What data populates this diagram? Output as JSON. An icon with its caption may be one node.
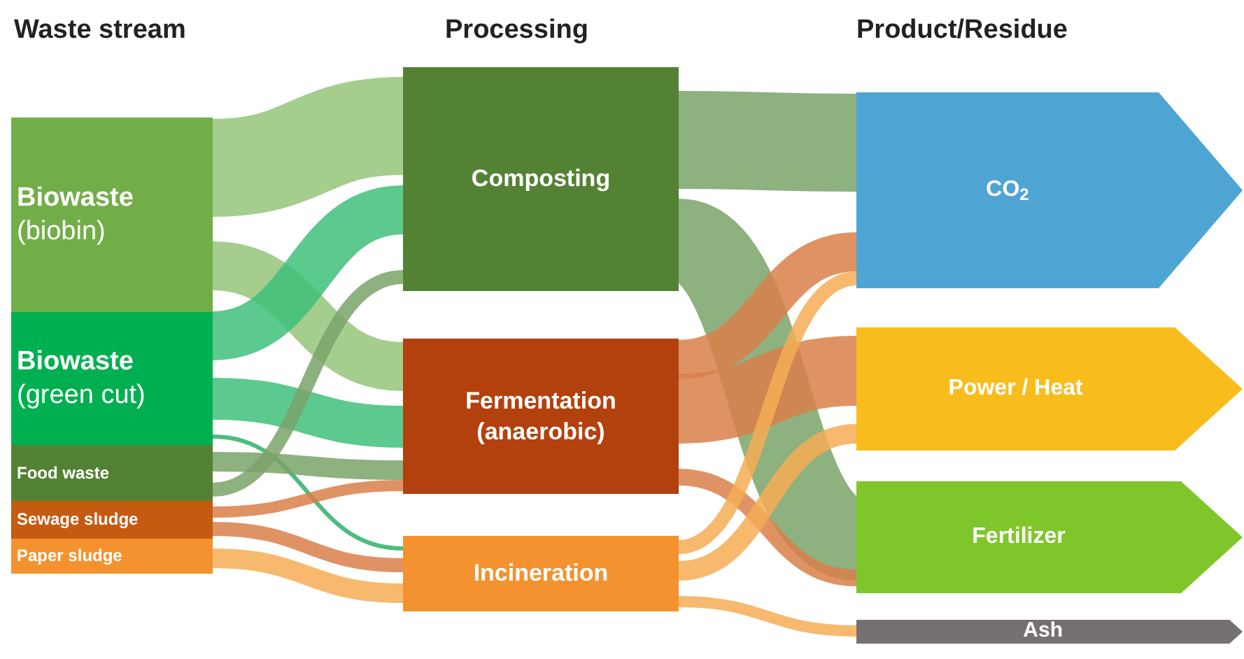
{
  "diagram": {
    "nodes": [
      {
        "text": [
          "Biowaste",
          "(biobin)"
        ]
      },
      {
        "text": [
          "Biowaste",
          "(green cut)"
        ]
      },
      {
        "text": [
          "Food waste"
        ]
      },
      {
        "text": [
          "Sewage sludge"
        ]
      },
      {
        "text": [
          "Paper sludge"
        ]
      },
      {
        "text": [
          "Composting"
        ]
      },
      {
        "text": [
          "Fermentation (anaerobic)"
        ]
      },
      {
        "text": [
          "Incineration"
        ]
      },
      {
        "text": [
          "CO$_{2}$"
        ]
      },
      {
        "text": [
          "Power / Heat"
        ]
      },
      {
        "text": [
          "Fertilizer"
        ]
      },
      {
        "text": [
          "Ash"
        ]
      }
    ],
    "edges": [
      {
        "from": 0,
        "to": 5,
        "arrow": "none",
        "style": "thick",
        "color": "#94c47a"
      },
      {
        "from": 0,
        "to": 6,
        "arrow": "none",
        "style": "thick",
        "color": "#94c47a"
      },
      {
        "from": 1,
        "to": 5,
        "arrow": "none",
        "style": "thick",
        "color": "#3fbf7a"
      },
      {
        "from": 1,
        "to": 6,
        "arrow": "none",
        "style": "thick",
        "color": "#3fbf7a"
      },
      {
        "from": 1,
        "to": 7,
        "arrow": "none",
        "color": "#2fb06a"
      },
      {
        "from": 2,
        "to": 6,
        "arrow": "none",
        "color": "#7aa36a"
      },
      {
        "from": 2,
        "to": 5,
        "arrow": "none",
        "color": "#7aa36a"
      },
      {
        "from": 3,
        "to": 6,
        "arrow": "none",
        "color": "#d9804a"
      },
      {
        "from": 3,
        "to": 7,
        "arrow": "none",
        "color": "#d9804a"
      },
      {
        "from": 4,
        "to": 7,
        "arrow": "none",
        "color": "#f6ad55"
      },
      {
        "from": 5,
        "to": 8,
        "arrow": "none",
        "style": "thick",
        "color": "#7aa36a"
      },
      {
        "from": 5,
        "to": 10,
        "arrow": "none",
        "style": "thick",
        "color": "#7aa36a"
      },
      {
        "from": 6,
        "to": 8,
        "arrow": "none",
        "style": "thick",
        "color": "#d9804a"
      },
      {
        "from": 6,
        "to": 9,
        "arrow": "none",
        "style": "thick",
        "color": "#d9804a"
      },
      {
        "from": 6,
        "to": 10,
        "arrow": "none",
        "color": "#d9804a"
      },
      {
        "from": 7,
        "to": 8,
        "arrow": "none",
        "color": "#f6ad55"
      },
      {
        "from": 7,
        "to": 9,
        "arrow": "none",
        "color": "#f6ad55"
      },
      {
        "from": 7,
        "to": 11,
        "arrow": "none",
        "color": "#f6ad55"
      }
    ],
    "labels": [
      "Waste stream",
      "Processing",
      "Product/Residue"
    ]
  }
}
